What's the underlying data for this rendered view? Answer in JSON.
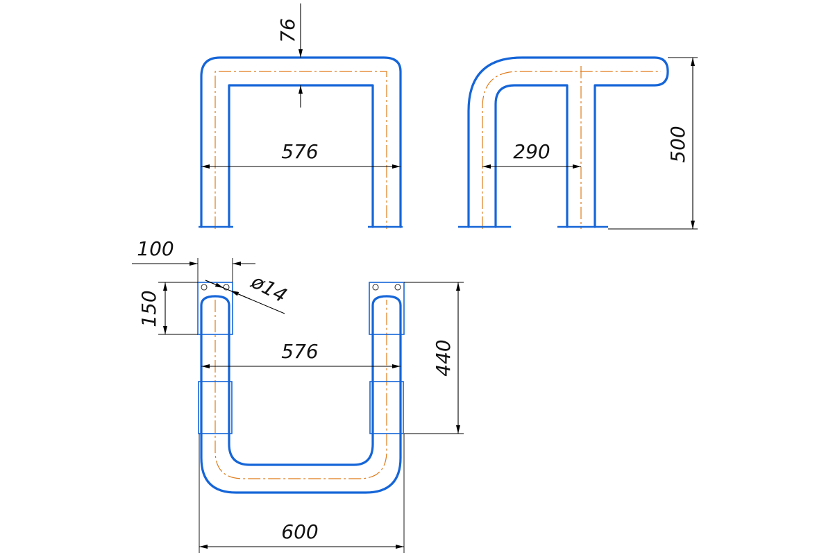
{
  "dimensions": {
    "front_tube_height": "76",
    "front_width": "576",
    "side_depth": "290",
    "height": "500",
    "plate_width": "100",
    "plate_length": "150",
    "hole_diameter": "ø14",
    "top_width": "576",
    "top_depth": "440",
    "overall_width": "600"
  },
  "colors": {
    "outline": "#1565d8",
    "centerline": "#e07b1a",
    "dimension": "#000000"
  }
}
